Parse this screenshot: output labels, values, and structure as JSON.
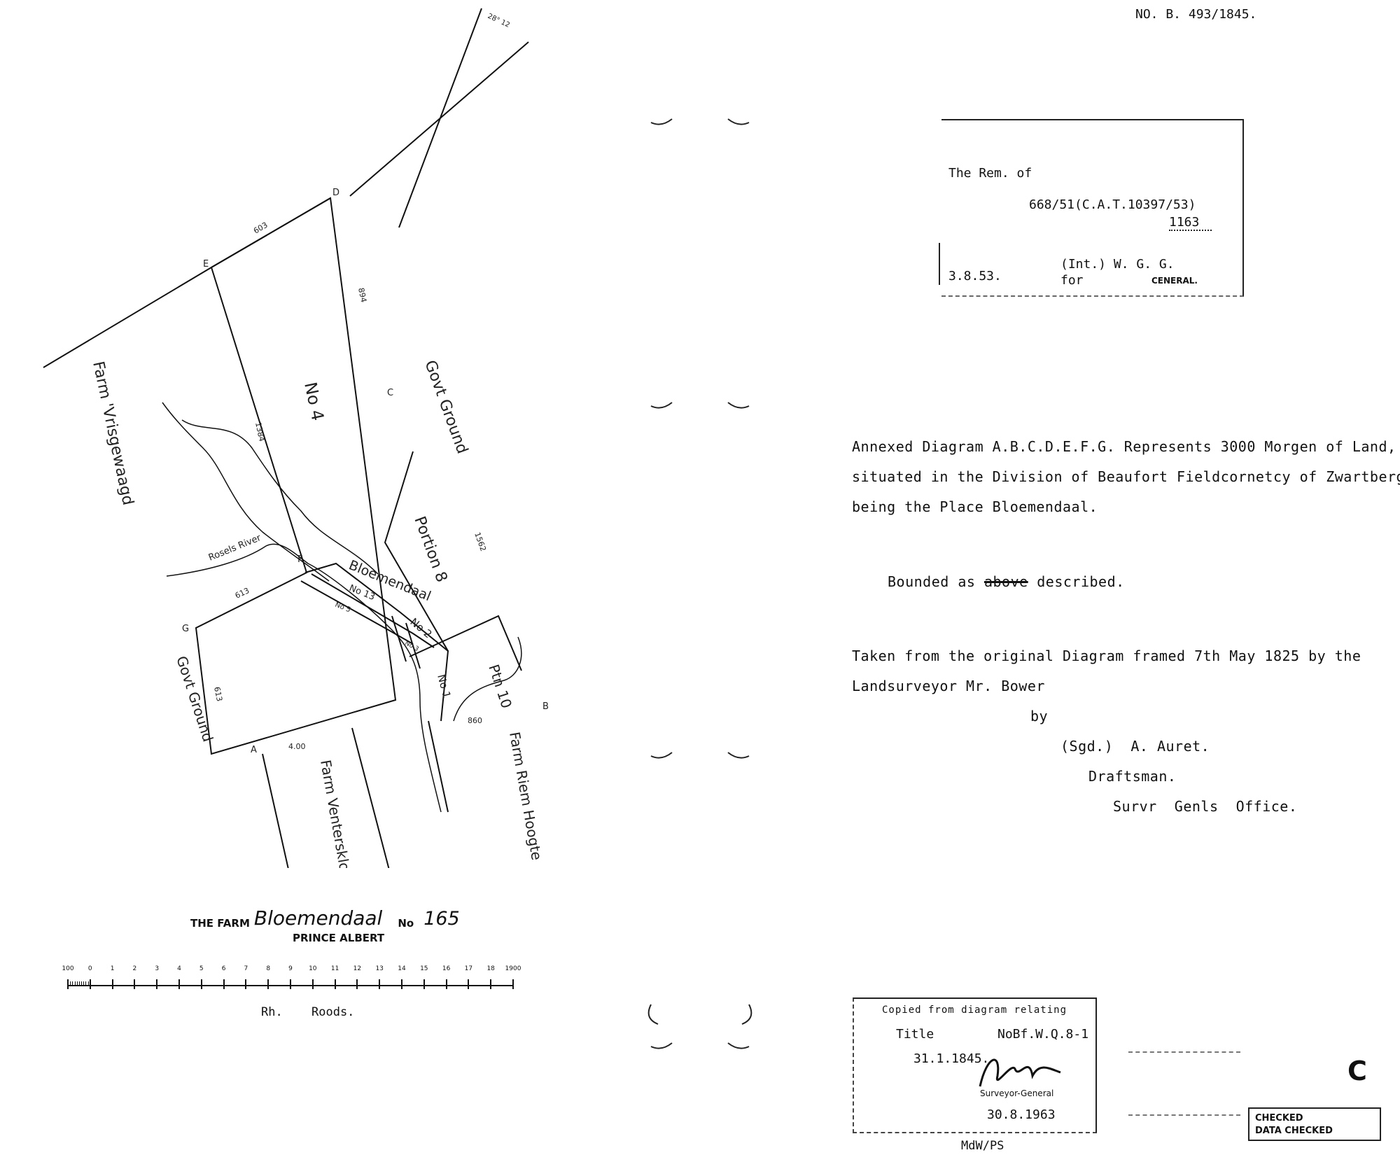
{
  "header": {
    "reference": "NO. B. 493/1845."
  },
  "map": {
    "labels": {
      "farm_vrisgewaagd": "Farm 'Vrisgewaagd",
      "no4": "No 4",
      "govt_ground_top": "Govt Ground",
      "portion8": "Portion 8",
      "bloemendaal": "Bloemendaal",
      "rosels_river": "Rosels River",
      "no13": "No 13",
      "no5": "No 5",
      "no2": "No 2",
      "no1": "No 1",
      "no3": "No 3",
      "ptn10": "Ptn 10",
      "govt_ground_left": "Govt Ground",
      "farm_venterskloof": "Farm Venterskloof",
      "farm_riem_hoogte": "Farm Riem Hoogte",
      "bearing": "28° 12"
    },
    "corners": {
      "a": "A",
      "b": "B",
      "c": "C",
      "d": "D",
      "e": "E",
      "f": "F",
      "g": "G"
    },
    "distances": {
      "ed": "603",
      "dc": "894",
      "ef": "1384",
      "cb": "1562",
      "gf": "613",
      "ga": "613",
      "ab_left": "4.00",
      "ab_right": "860"
    }
  },
  "farm_title": {
    "prefix": "THE FARM",
    "name": "Bloemendaal",
    "no_label": "No",
    "number": "165",
    "district": "PRINCE ALBERT"
  },
  "scale": {
    "ticks": [
      "100",
      "0",
      "1",
      "2",
      "3",
      "4",
      "5",
      "6",
      "7",
      "8",
      "9",
      "10",
      "11",
      "12",
      "13",
      "14",
      "15",
      "16",
      "17",
      "18",
      "1900"
    ],
    "unit_rh": "Rh.",
    "unit_roods": "Roods."
  },
  "top_stamp": {
    "line1": "The Rem. of",
    "line2": "668/51(C.A.T.10397/53)",
    "line3": "1163",
    "date": "3.8.53.",
    "sign1": "(Int.) W. G. G.",
    "sign2": "for",
    "sign2b": "CENERAL."
  },
  "body": {
    "line1": "Annexed Diagram A.B.C.D.E.F.G. Represents 3000 Morgen of Land,",
    "line2": "situated in the Division of Beaufort Fieldcornetcy of Zwartberg",
    "line3": "being the Place Bloemendaal.",
    "bounded_pre": "Bounded as",
    "bounded_strike": "above",
    "bounded_post": "described.",
    "taken1": "Taken from the original Diagram framed 7th May 1825 by the",
    "taken2": "Landsurveyor Mr. Bower",
    "by": "by",
    "sgd": "(Sgd.)  A. Auret.",
    "draftsman": "Draftsman.",
    "office": "Survr  Genls  Office."
  },
  "bottom_stamp": {
    "line1": "Copied from diagram relating",
    "line2": "Title",
    "line2b": "NoBf.W.Q.8-1",
    "line3": "31.1.1845.",
    "role": "Surveyor-General",
    "date": "30.8.1963"
  },
  "initials": "MdW/PS",
  "letter_c": "C",
  "checked": {
    "line1": "CHECKED",
    "line2": "DATA CHECKED"
  }
}
